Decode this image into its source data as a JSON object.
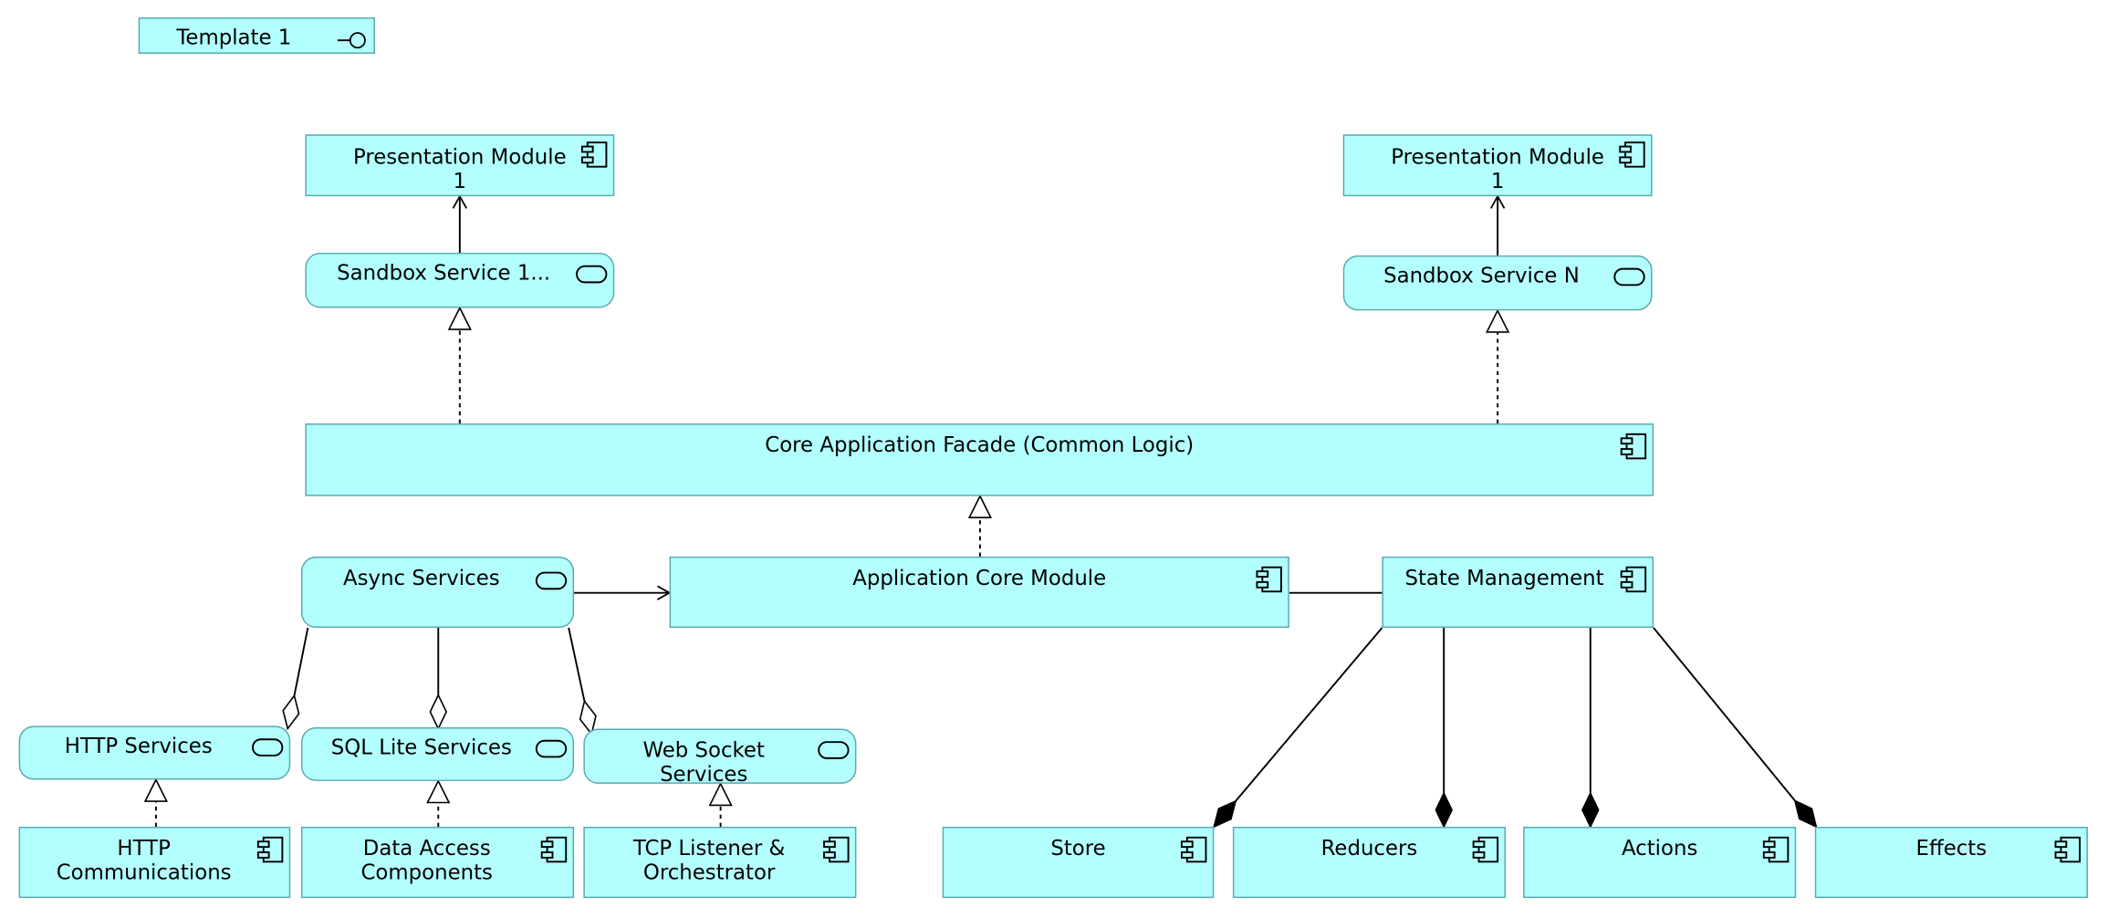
{
  "template": {
    "label": "Template 1",
    "icon": "interface-icon"
  },
  "components": {
    "presentation_1": {
      "label": "Presentation Module\n1",
      "icon": "component-icon"
    },
    "presentation_n": {
      "label": "Presentation Module\n1",
      "icon": "component-icon"
    },
    "core_facade": {
      "label": "Core Application Facade (Common Logic)",
      "icon": "component-icon"
    },
    "app_core": {
      "label": "Application Core Module",
      "icon": "component-icon"
    },
    "state_mgmt": {
      "label": "State Management",
      "icon": "component-icon"
    },
    "http_comm": {
      "label": "HTTP\nCommunications",
      "icon": "component-icon"
    },
    "data_access": {
      "label": "Data Access\nComponents",
      "icon": "component-icon"
    },
    "tcp_listener": {
      "label": "TCP Listener &\nOrchestrator",
      "icon": "component-icon"
    },
    "store": {
      "label": "Store",
      "icon": "component-icon"
    },
    "reducers": {
      "label": "Reducers",
      "icon": "component-icon"
    },
    "actions": {
      "label": "Actions",
      "icon": "component-icon"
    },
    "effects": {
      "label": "Effects",
      "icon": "component-icon"
    }
  },
  "services": {
    "sandbox_1": {
      "label": "Sandbox Service 1...",
      "icon": "service-icon"
    },
    "sandbox_n": {
      "label": "Sandbox Service N",
      "icon": "service-icon"
    },
    "async": {
      "label": "Async Services",
      "icon": "service-icon"
    },
    "http": {
      "label": "HTTP Services",
      "icon": "service-icon"
    },
    "sqlite": {
      "label": "SQL Lite Services",
      "icon": "service-icon"
    },
    "websocket": {
      "label": "Web Socket\nServices",
      "icon": "service-icon"
    }
  },
  "colors": {
    "node_fill": "#b3ffff",
    "node_border": "#5aa9b0",
    "line": "#000000"
  }
}
